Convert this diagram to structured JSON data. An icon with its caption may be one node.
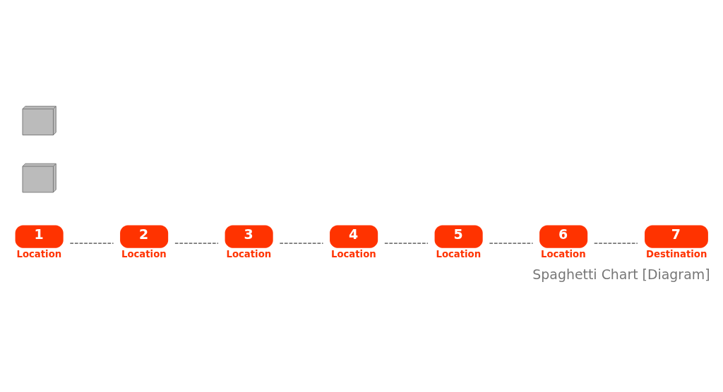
{
  "diagram": {
    "caption": "Spaghetti Chart [Diagram]",
    "nodes": [
      {
        "text": [
          "1",
          "Location"
        ]
      },
      {
        "text": [
          "2",
          "Location"
        ]
      },
      {
        "text": [
          "3",
          "Location"
        ]
      },
      {
        "text": [
          "4",
          "Location"
        ]
      },
      {
        "text": [
          "5",
          "Location"
        ]
      },
      {
        "text": [
          "6",
          "Location"
        ]
      },
      {
        "text": [
          "7",
          "Destination"
        ]
      },
      {
        "text": [],
        "shape": "box"
      },
      {
        "text": [],
        "shape": "box"
      }
    ],
    "edges": [
      {
        "from": 0,
        "to": 1,
        "arrow": "none"
      },
      {
        "from": 1,
        "to": 2,
        "arrow": "none"
      },
      {
        "from": 2,
        "to": 3,
        "arrow": "none"
      },
      {
        "from": 3,
        "to": 4,
        "arrow": "none"
      },
      {
        "from": 4,
        "to": 5,
        "arrow": "none"
      },
      {
        "from": 5,
        "to": 6,
        "arrow": "none"
      }
    ]
  }
}
